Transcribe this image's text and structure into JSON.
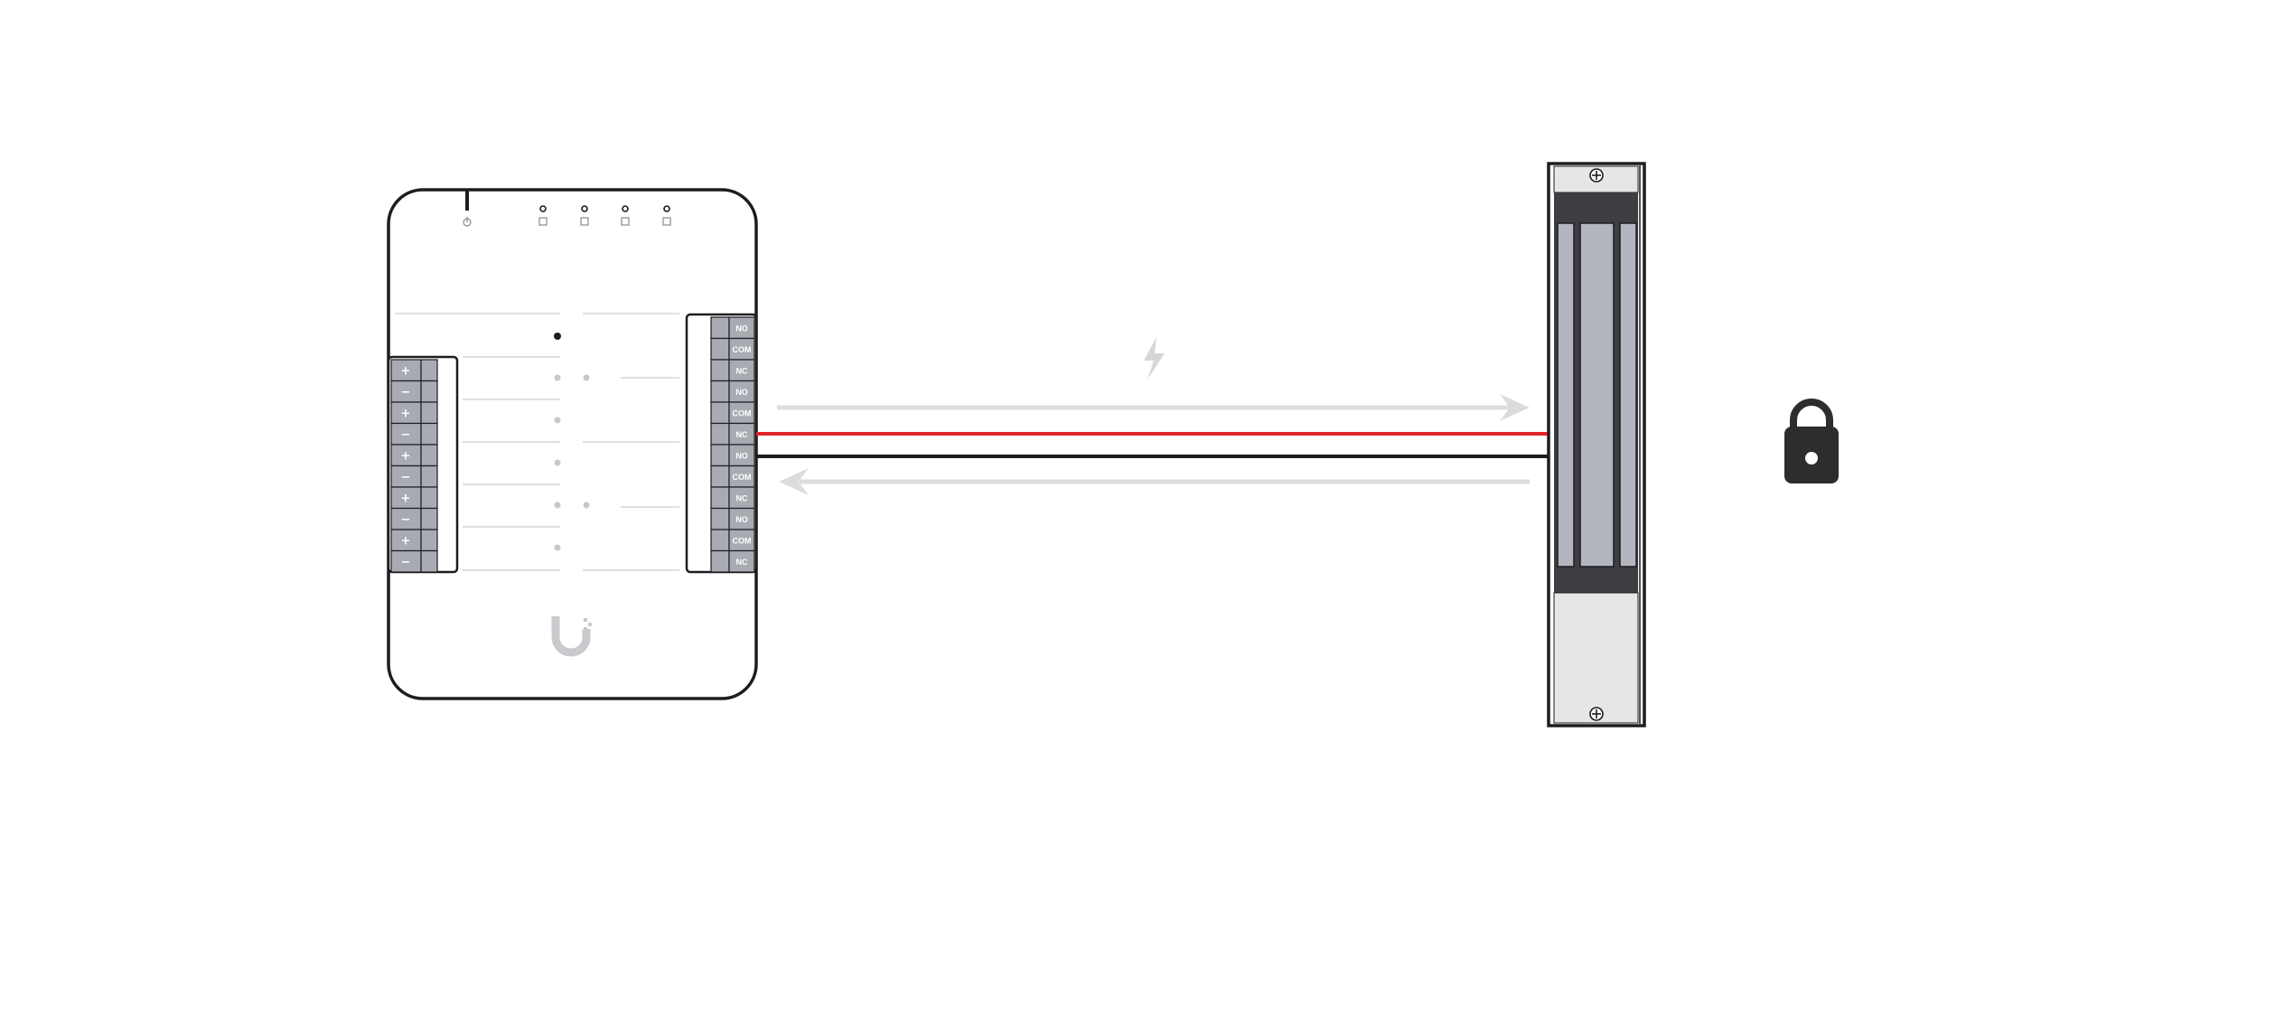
{
  "colors": {
    "background": "#ffffff",
    "outline": "#1d1d1f",
    "terminal_fill": "#a9abb3",
    "terminal_dark": "#6e7078",
    "positive_wire": "#e0262b",
    "negative_wire": "#1d1d1f",
    "flow_arrow": "#dcdcdc",
    "lock_body": "#2d2d2f",
    "logo": "#c9cace",
    "led_inactive": "#c8c8c8"
  },
  "controller": {
    "left_terminals": [
      "+",
      "−",
      "+",
      "−",
      "+",
      "−",
      "+",
      "−",
      "+",
      "−"
    ],
    "right_terminals": [
      "NO",
      "COM",
      "NC",
      "NO",
      "COM",
      "NC",
      "NO",
      "COM",
      "NC",
      "NO",
      "COM",
      "NC"
    ],
    "status_icons": [
      "power-icon",
      "door-lock-icon",
      "door-lock-icon",
      "hub-icon",
      "hub-icon"
    ]
  },
  "wires": {
    "positive": "red",
    "negative": "black"
  },
  "icons": {
    "power_flow": "lightning-bolt-icon",
    "lock_state": "padlock-closed-icon"
  }
}
